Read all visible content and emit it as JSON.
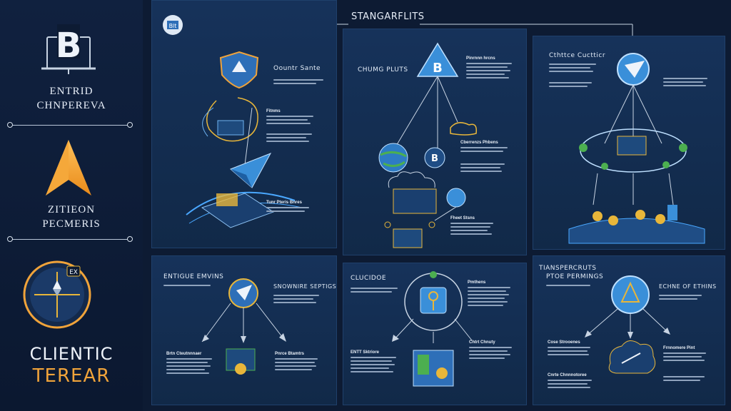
{
  "header": {
    "title": "STANGARFLITS"
  },
  "sidebar": {
    "logo_letter": "B",
    "title_1_line_1": "ENTRID",
    "title_1_line_2": "CHNPEREVA",
    "title_2_line_1": "ZITIEON",
    "title_2_line_2": "PECMERIS",
    "badge_text": "EX",
    "client_line_1": "CLIENTIC",
    "client_line_2": "TEREAR"
  },
  "panels": {
    "p1": {
      "badge_label": "Blt",
      "heading": "Oountr Sante",
      "block_1_title": "Fitnms",
      "block_2_title": "Tunr Pteris Bnres"
    },
    "p2": {
      "heading": "CHUMG PLUTS",
      "icon_letter": "B",
      "block_1_title": "Pinrnnn hrcns",
      "block_2_title": "Cberrenzs Phbens",
      "block_3_title": "Fheet Stsns",
      "small_icon_letter": "B"
    },
    "p3": {
      "heading": "Cthttce Cuctticr"
    },
    "p4": {
      "heading": "ENTIGUE EMVINS",
      "side_heading": "SNOWNIRE SEPTIGS",
      "block_1_title": "Brtn Cteutnnnaer",
      "block_2_title": "Pnrce Btamtrs"
    },
    "p5": {
      "heading": "CLUCIDOE",
      "block_1_title": "Pmthens",
      "block_2_title": "Chtrt Chnuty",
      "block_3_title": "ENTT Sktriore"
    },
    "p6": {
      "heading_line_1": "TIANSPERCRUTS",
      "heading_line_2": "PTOE PERMINGS",
      "side_heading": "ECHNE OF ETHINS",
      "block_1_title": "Cose Strooenes",
      "block_2_title": "Frnnomere Pint",
      "block_3_title": "Cnrte Chnnnotoree"
    }
  },
  "colors": {
    "background": "#0d1b33",
    "panel": "#15305a",
    "accent_blue": "#3a8fd9",
    "accent_orange": "#f0a33a",
    "accent_green": "#4caf50",
    "accent_gold": "#e8b63a"
  },
  "icons": [
    "monitor-logo-icon",
    "arrow-icon",
    "compass-icon",
    "shield-icon",
    "triangle-icon",
    "paper-plane-icon",
    "globe-icon",
    "key-icon",
    "cloud-icon"
  ]
}
